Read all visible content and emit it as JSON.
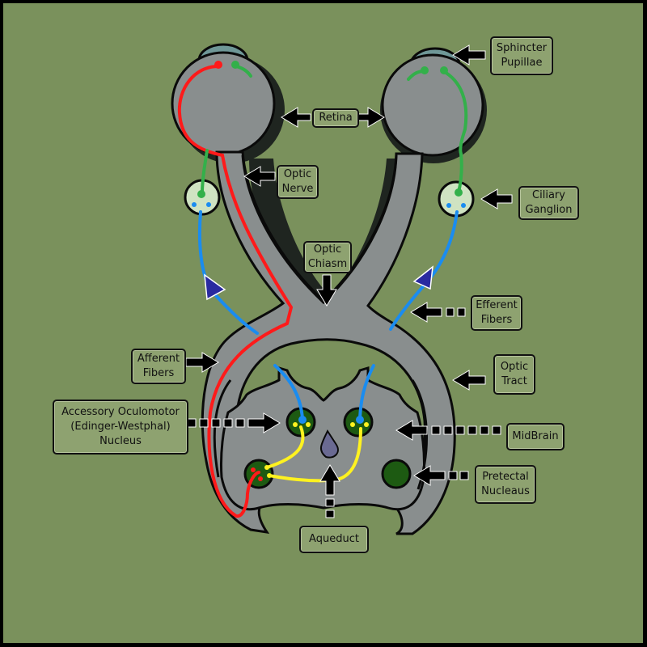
{
  "diagram": {
    "title": "Pupillary light reflex pathway",
    "colors": {
      "background": "#7a915c",
      "border": "#000000",
      "tissue": "#898e8e",
      "outline": "#0a0a0a",
      "shadow": "#1f2520",
      "cornea": "#6f9797",
      "afferent_fiber": "#ff1a1a",
      "efferent_fiber": "#1a8cf0",
      "parasympathetic_fiber": "#33b04a",
      "interneuron": "#fff21f",
      "nucleus": "#1d5a12",
      "ganglion": "#cfe3c2",
      "aqueduct": "#6a6a92",
      "direction_arrow": "#2a2aa0",
      "label_fill": "#8ea270"
    },
    "labels": {
      "sphincter_pupillae": "Sphincter\nPupillae",
      "retina": "Retina",
      "optic_nerve": "Optic\nNerve",
      "ciliary_ganglion": "Ciliary\nGanglion",
      "optic_chiasm": "Optic\nChiasm",
      "efferent_fibers": "Efferent\nFibers",
      "afferent_fibers": "Afferent\nFibers",
      "optic_tract": "Optic\nTract",
      "accessory_oculomotor": "Accessory Oculomotor\n(Edinger-Westphal)\nNucleus",
      "midbrain": "MidBrain",
      "pretectal_nucleus": "Pretectal\nNucleaus",
      "aqueduct": "Aqueduct"
    }
  }
}
